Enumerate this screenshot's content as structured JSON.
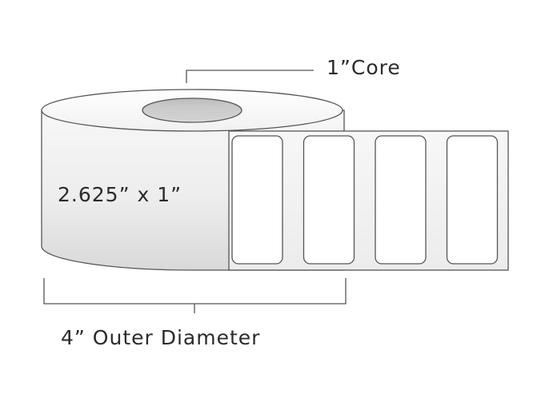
{
  "labels": {
    "core": "1”Core",
    "label_size": "2.625” x 1”",
    "outer_diameter": "4” Outer Diameter"
  },
  "label_count_visible": 4,
  "colors": {
    "line": "#555555",
    "roll_light": "#fafafa",
    "roll_mid": "#e4e4e4",
    "roll_dark": "#cfcfcf",
    "core_hole": "#cfcfcf",
    "liner": "#f4f4f4",
    "label_face": "#ffffff"
  }
}
